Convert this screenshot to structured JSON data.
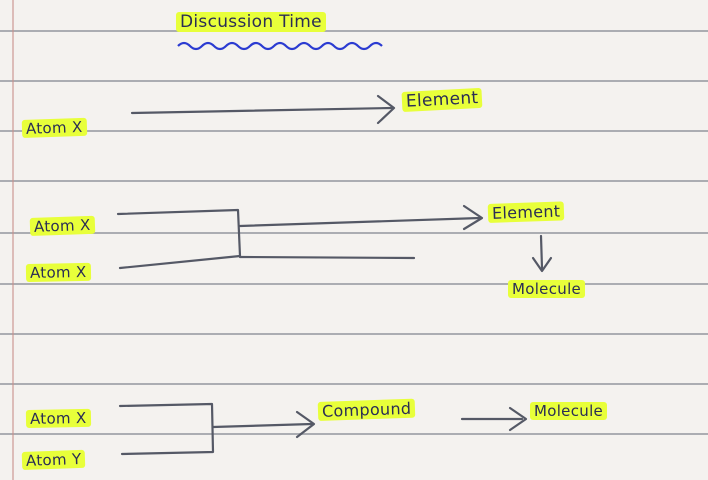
{
  "title": "Discussion Time",
  "rows": [
    {
      "inputs": [
        "Atom X"
      ],
      "outputs": [
        "Element"
      ]
    },
    {
      "inputs": [
        "Atom X",
        "Atom X"
      ],
      "outputs": [
        "Element",
        "Molecule"
      ]
    },
    {
      "inputs": [
        "Atom X",
        "Atom Y"
      ],
      "outputs": [
        "Compound",
        "Molecule"
      ]
    }
  ],
  "colors": {
    "paper": "#f4f2ef",
    "ink": "#2a2d55",
    "highlighter": "#e8ff3a",
    "rule_lines": "#9ea1a7",
    "margin_line": "#c98f8a",
    "underline_squiggle": "#2b3bd1"
  }
}
